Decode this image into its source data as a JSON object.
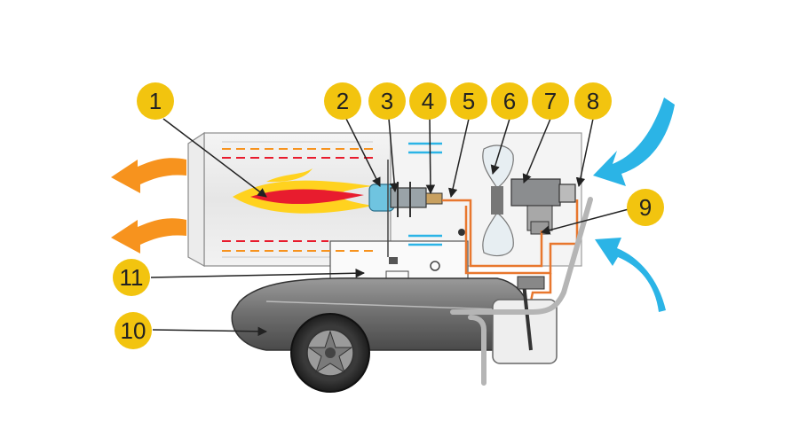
{
  "colors": {
    "badge": "#f2c40f",
    "hot_air": "#f7931e",
    "cold_air": "#2bb4e6",
    "fuel_line": "#e8772e",
    "flame_outer": "#ffd21f",
    "flame_inner": "#e81c2e",
    "body_grey": "#d9d9d9",
    "tank_grey": "#8a8a8a",
    "outline": "#333333"
  },
  "callouts": [
    {
      "label": "1"
    },
    {
      "label": "2"
    },
    {
      "label": "3"
    },
    {
      "label": "4"
    },
    {
      "label": "5"
    },
    {
      "label": "6"
    },
    {
      "label": "7"
    },
    {
      "label": "8"
    },
    {
      "label": "9"
    },
    {
      "label": "10"
    },
    {
      "label": "11"
    }
  ]
}
